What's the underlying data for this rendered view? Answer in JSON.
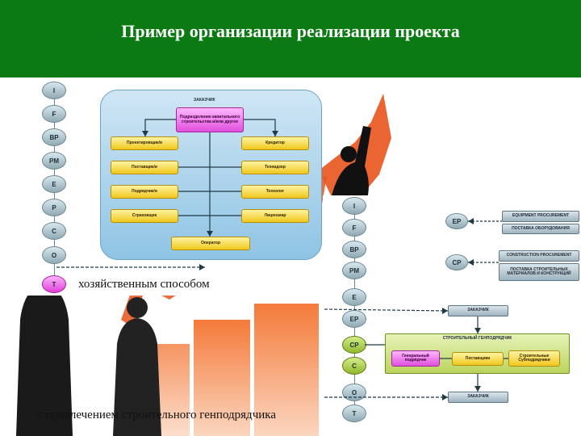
{
  "title": "Пример организации реализации проекта",
  "left_scheme": {
    "stages": [
      "I",
      "F",
      "BP",
      "PM",
      "E",
      "P",
      "C",
      "O",
      "T"
    ],
    "org_title": "ЗАКАЗЧИК",
    "center_box": "Подразделение капитального строительства и/или другое",
    "left_boxes": [
      "Проектировщик/и",
      "Поставщик/и",
      "Подрядчик/и",
      "Страховщик"
    ],
    "right_boxes": [
      "Кредитор",
      "Технадзор",
      "Технолог",
      "Лицензиар"
    ],
    "bottom_box": "Оператор",
    "caption": "хозяйственным способом"
  },
  "right_scheme": {
    "stages": [
      "I",
      "F",
      "BP",
      "PM",
      "E",
      "EP",
      "CP",
      "C",
      "O",
      "T"
    ],
    "ep_badge": "EP",
    "ep_title": "EQUIPMENT PROCUREMENT",
    "ep_subtitle": "ПОСТАВКА ОБОРУДОВАНИЯ",
    "cp_badge": "CP",
    "cp_title": "CONSTRUCTION PROCUREMENT",
    "cp_subtitle": "ПОСТАВКА СТРОИТЕЛЬНЫХ МАТЕРИАЛОВ И КОНСТРУКЦИЙ",
    "customer_top": "ЗАКАЗЧИК",
    "genpodryad_title": "СТРОИТЕЛЬНЫЙ ГЕНПОДРЯДЧИК",
    "general_contractor": "Генеральный подрядчик",
    "supplier": "Поставщики",
    "subcontractors": "Строительные Субподрядчики",
    "customer_bottom": "ЗАКАЗЧИК",
    "caption": "с привлечением строительного генподрядчика"
  },
  "colors": {
    "header": "#0b7a12",
    "arrow": "#e8541c",
    "pink": "#e050dc",
    "yellow": "#f0c81c",
    "green": "#8fb82c"
  }
}
